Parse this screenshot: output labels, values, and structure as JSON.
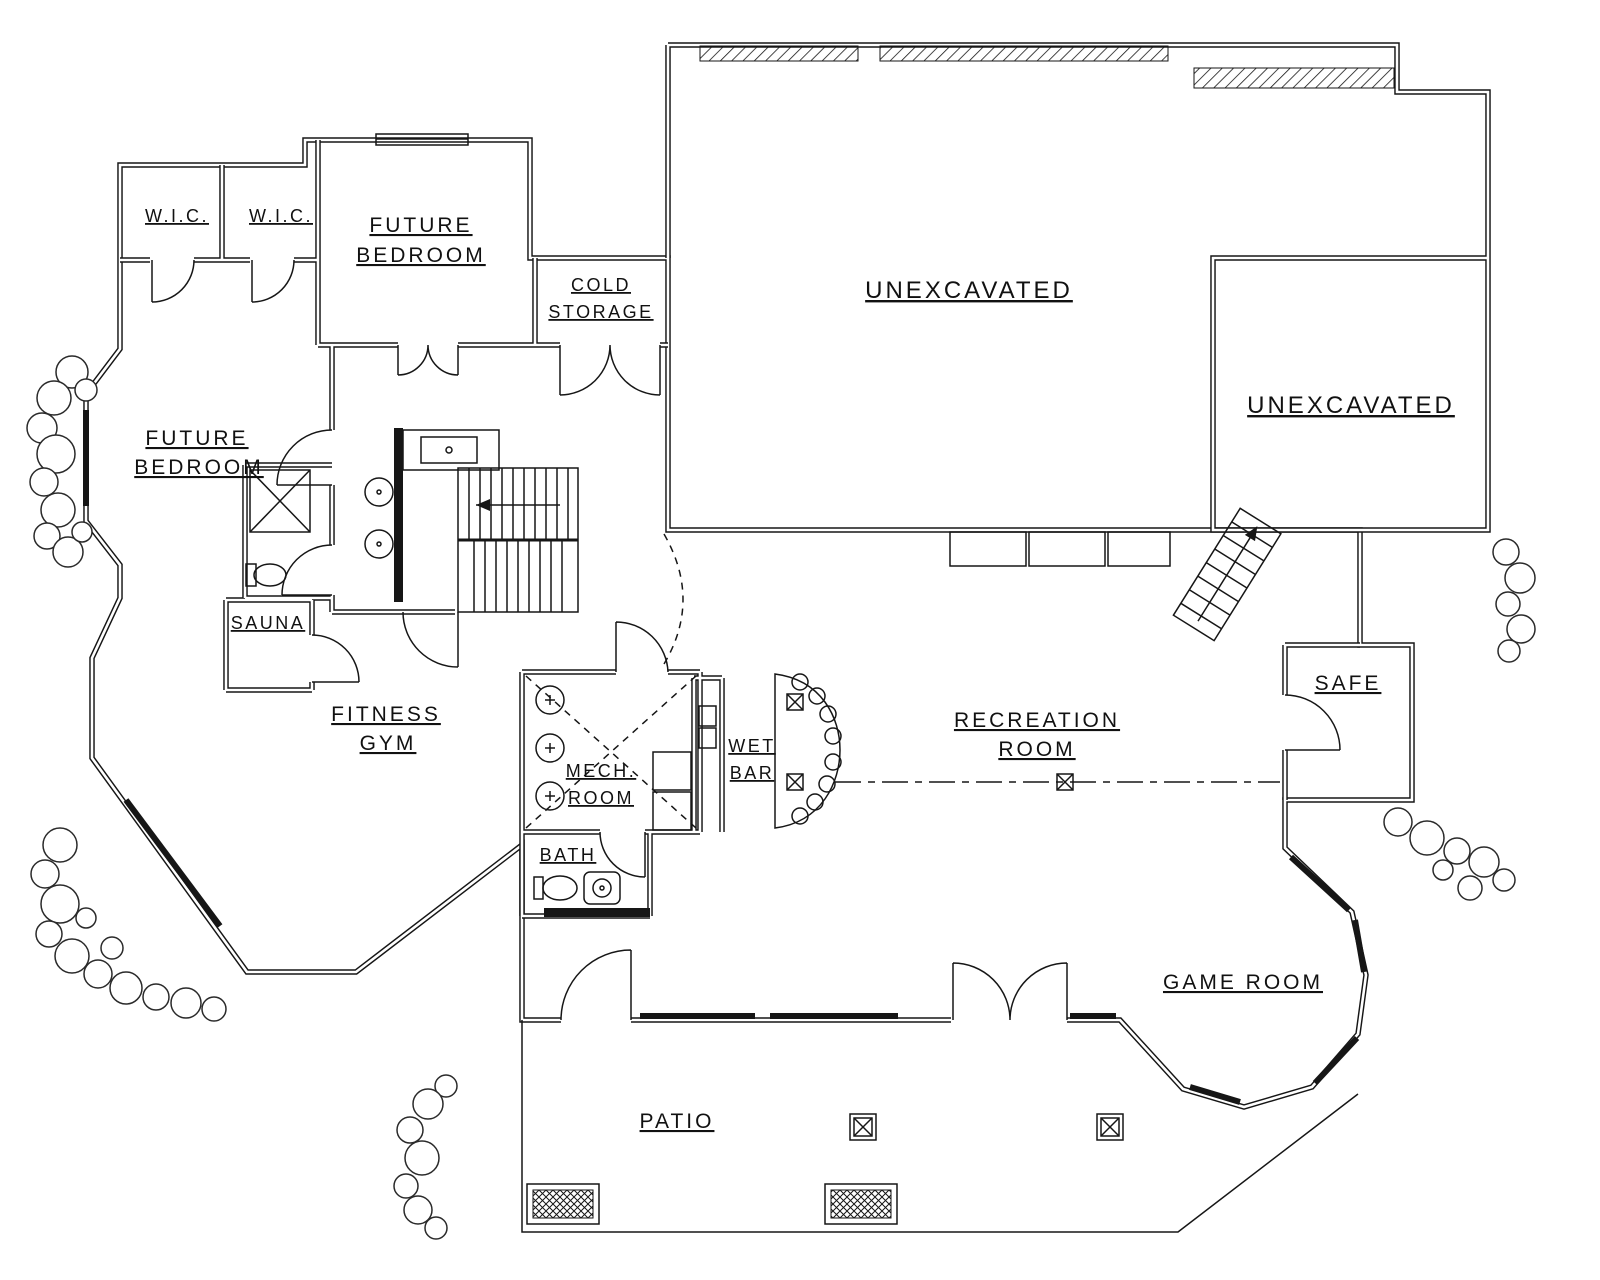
{
  "drawing": {
    "type": "architectural-floor-plan",
    "ink_color": "#161616",
    "background_color": "#ffffff"
  },
  "rooms": [
    {
      "name": "wic-1",
      "lines": [
        "W.I.C."
      ]
    },
    {
      "name": "wic-2",
      "lines": [
        "W.I.C."
      ]
    },
    {
      "name": "future-bedroom-top",
      "lines": [
        "FUTURE",
        "BEDROOM"
      ]
    },
    {
      "name": "cold-storage",
      "lines": [
        "COLD",
        "STORAGE"
      ]
    },
    {
      "name": "unexcavated-main",
      "lines": [
        "UNEXCAVATED"
      ]
    },
    {
      "name": "unexcavated-right",
      "lines": [
        "UNEXCAVATED"
      ]
    },
    {
      "name": "future-bedroom-left",
      "lines": [
        "FUTURE",
        "BEDROOM"
      ]
    },
    {
      "name": "sauna",
      "lines": [
        "SAUNA"
      ]
    },
    {
      "name": "fitness-gym",
      "lines": [
        "FITNESS",
        "GYM"
      ]
    },
    {
      "name": "mech-room",
      "lines": [
        "MECH.",
        "ROOM"
      ]
    },
    {
      "name": "wet-bar",
      "lines": [
        "WET",
        "BAR"
      ]
    },
    {
      "name": "recreation-room",
      "lines": [
        "RECREATION",
        "ROOM"
      ]
    },
    {
      "name": "safe",
      "lines": [
        "SAFE"
      ]
    },
    {
      "name": "bath",
      "lines": [
        "BATH"
      ]
    },
    {
      "name": "game-room",
      "lines": [
        "GAME ROOM"
      ]
    },
    {
      "name": "patio",
      "lines": [
        "PATIO"
      ]
    }
  ]
}
